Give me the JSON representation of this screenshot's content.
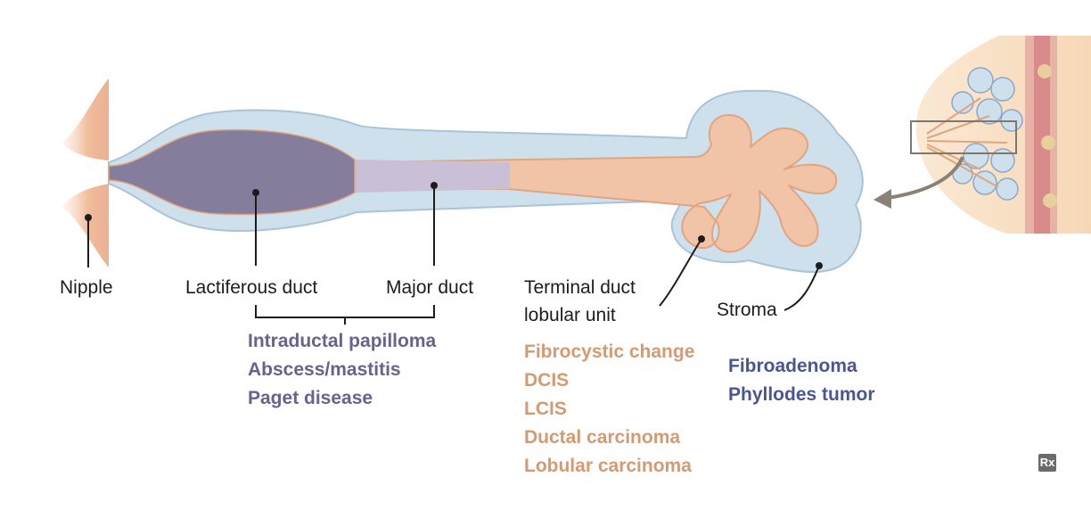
{
  "labels": {
    "nipple": "Nipple",
    "lactiferous_duct": "Lactiferous duct",
    "major_duct": "Major duct",
    "tdlu_line1": "Terminal duct",
    "tdlu_line2": "lobular unit",
    "stroma": "Stroma"
  },
  "duct_conditions": [
    "Intraductal papilloma",
    "Abscess/mastitis",
    "Paget disease"
  ],
  "tdlu_conditions": [
    "Fibrocystic change",
    "DCIS",
    "LCIS",
    "Ductal carcinoma",
    "Lobular carcinoma"
  ],
  "stroma_conditions": [
    "Fibroadenoma",
    "Phyllodes tumor"
  ],
  "badge": "Rx",
  "colors": {
    "stroma_fill": "#cfe0ed",
    "stroma_outline": "#a9c3d8",
    "lactiferous": "#857d9c",
    "major_duct": "#c9bfd6",
    "terminal": "#f2c4a7",
    "duct_outline": "#e0a47f",
    "nipple": "#f3c2a3",
    "duct_text": "#6a6190",
    "tdlu_text": "#d49a72",
    "stroma_text": "#4a5694"
  }
}
